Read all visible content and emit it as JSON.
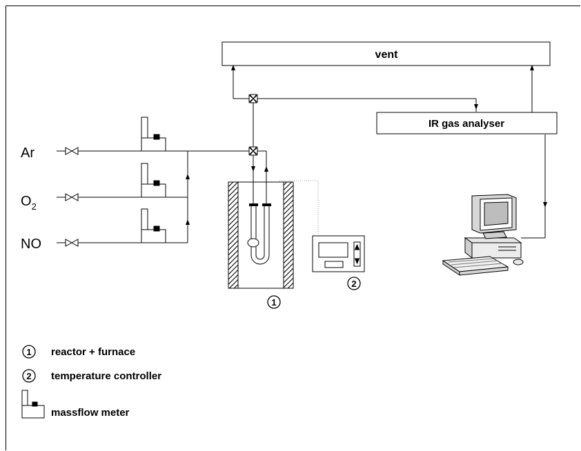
{
  "diagram": {
    "vent_label": "vent",
    "analyser_label": "IR gas analyser",
    "gases": [
      {
        "name": "Ar",
        "sub": ""
      },
      {
        "name": "O",
        "sub": "2"
      },
      {
        "name": "NO",
        "sub": ""
      }
    ],
    "callouts": [
      "1",
      "2"
    ]
  },
  "legend": {
    "items": [
      {
        "marker": "1",
        "text": "reactor + furnace"
      },
      {
        "marker": "2",
        "text": "temperature controller"
      },
      {
        "marker": "massflow-symbol",
        "text": "massflow meter"
      }
    ]
  }
}
